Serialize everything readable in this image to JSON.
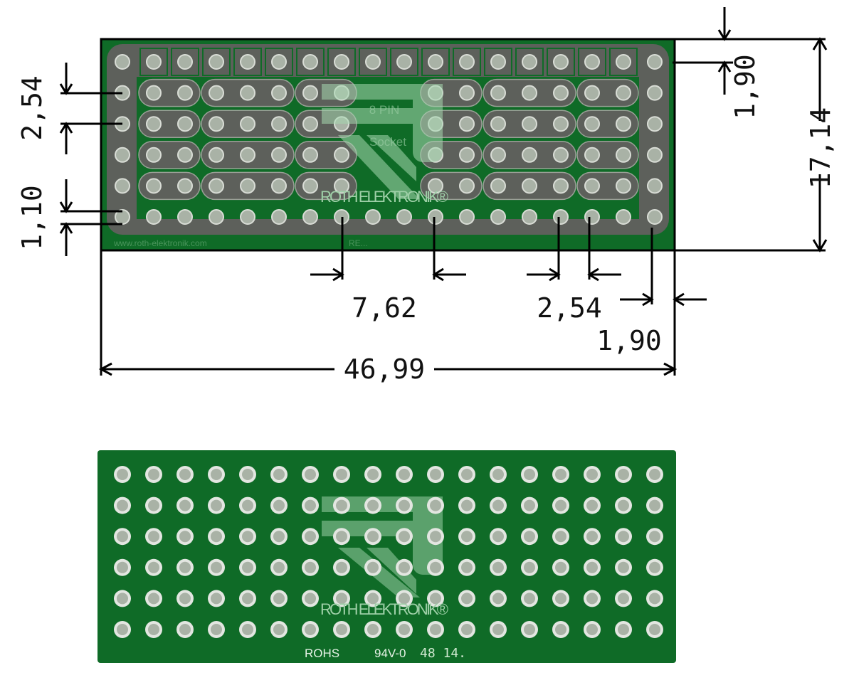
{
  "colors": {
    "pcb": "#0f6b27",
    "pcb_edge": "#1a8a34",
    "copper": "#6d6f6a",
    "hole": "#a9b2a6",
    "logo": "#8fc49b"
  },
  "top_board": {
    "logo_line1": "8 PIN",
    "logo_line2": "Socket",
    "brand": "ROTH ELEKTRONIK®",
    "url_text": "www.roth-elektronik.com",
    "part_code": "RE..."
  },
  "bottom_board": {
    "brand": "ROTH ELEKTRONIK®",
    "rohs": "ROHS",
    "rating": "94V-0",
    "date_code": "48 14."
  },
  "dimensions": {
    "pitch_left": "2,54",
    "edge_left": "1,10",
    "edge_top_right": "1,90",
    "height": "17,14",
    "group_spacing": "7,62",
    "pitch_bottom": "2,54",
    "edge_right": "1,90",
    "width": "46,99"
  },
  "grid": {
    "columns": 18,
    "rows": 6
  }
}
